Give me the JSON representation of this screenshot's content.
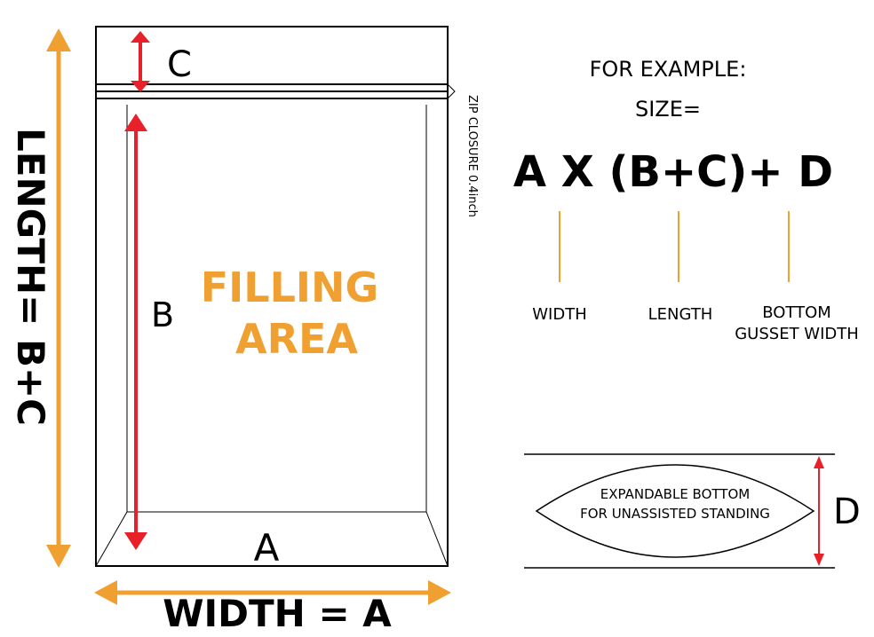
{
  "colors": {
    "accent_orange": "#F0A030",
    "accent_red": "#E8202A",
    "line": "#000000"
  },
  "bag_diagram": {
    "label_c": "C",
    "label_b": "B",
    "label_a": "A",
    "filling_line1": "FILLING",
    "filling_line2": "AREA",
    "length_formula": "LENGTH=  B+C",
    "width_formula": "WIDTH =  A",
    "zip_note": "ZIP CLOSURE  0.4inch"
  },
  "example": {
    "heading_line1": "FOR EXAMPLE:",
    "heading_line2": "SIZE=",
    "formula": "A X (B+C)+ D",
    "labels": {
      "width": "WIDTH",
      "length": "LENGTH",
      "gusset_line1": "BOTTOM",
      "gusset_line2": "GUSSET WIDTH"
    }
  },
  "gusset": {
    "line1": "EXPANDABLE BOTTOM",
    "line2": "FOR UNASSISTED STANDING",
    "label_d": "D"
  }
}
